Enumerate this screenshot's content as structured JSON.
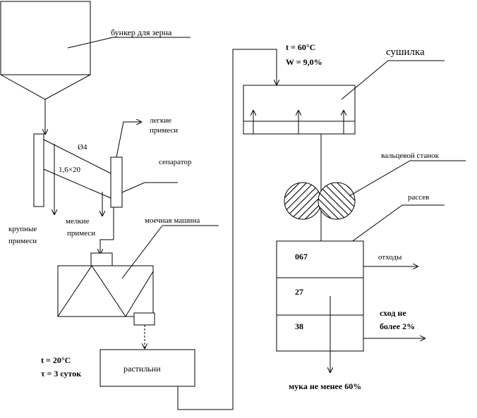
{
  "labels": {
    "hopper": "бункер для зерна",
    "light_impurities_1": "легкие",
    "light_impurities_2": "примеси",
    "diameter": "Ø4",
    "slot": "1,6×20",
    "separator": "сепаратор",
    "coarse_1": "крупные",
    "coarse_2": "примеси",
    "fine_1": "мелкие",
    "fine_2": "примеси",
    "washer": "моечная машина",
    "soak_temp": "t = 20°C",
    "soak_time": "τ = 3 суток",
    "sprouting": "растильни",
    "dry_temp": "t = 60°C",
    "dry_moist": "W = 9,0%",
    "dryer": "сушилка",
    "roller_mill": "вальцевой станок",
    "sifter": "рассев",
    "sieve_1": "067",
    "sieve_2": "27",
    "sieve_3": "38",
    "waste": "отходы",
    "overflow_1": "сход не",
    "overflow_2": "более 2%",
    "flour": "мука не менее 60%"
  }
}
